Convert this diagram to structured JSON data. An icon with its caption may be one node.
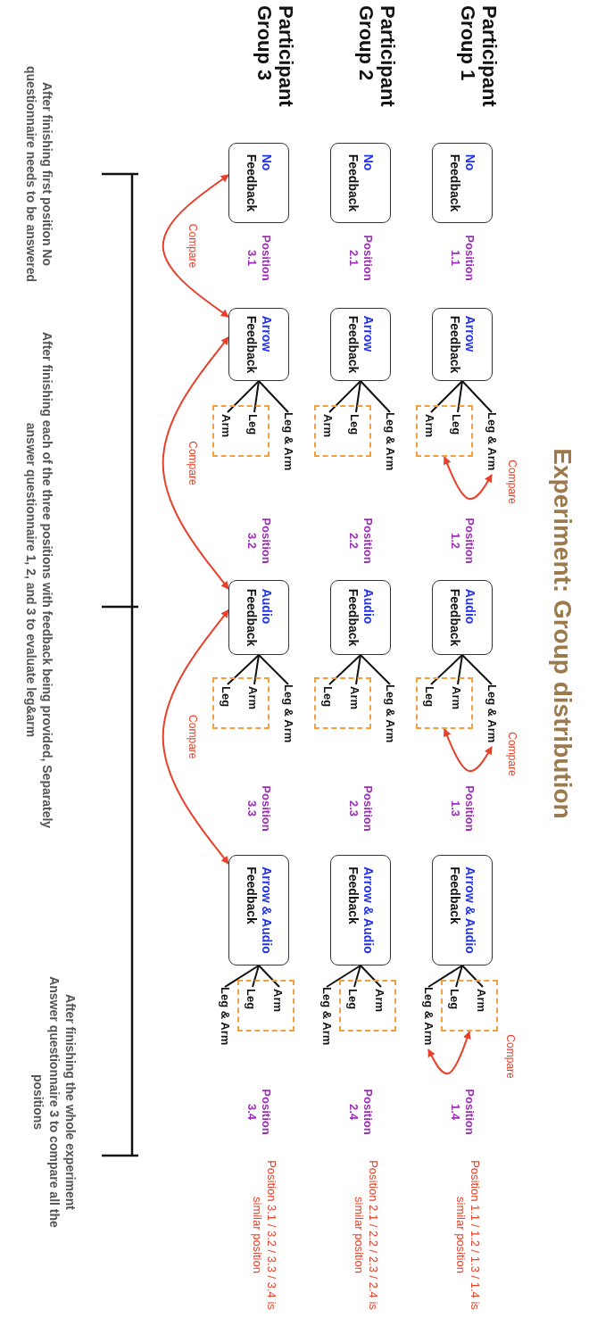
{
  "diagram": {
    "title": "Experiment: Group distribution",
    "nodes": [
      {
        "text": [
          "No",
          "Feedback"
        ]
      },
      {
        "text": [
          "Arrow",
          "Feedback"
        ]
      },
      {
        "text": [
          "Leg & Arm"
        ]
      },
      {
        "text": [],
        "shape": "box"
      },
      {
        "text": [
          "Leg"
        ],
        "in": 3
      },
      {
        "text": [
          "Arm"
        ],
        "in": 3
      },
      {
        "text": [
          "Audio",
          "Feedback"
        ]
      },
      {
        "text": [
          "Leg & Arm"
        ]
      },
      {
        "text": [],
        "shape": "box"
      },
      {
        "text": [
          "Arm"
        ],
        "in": 8
      },
      {
        "text": [
          "Leg"
        ],
        "in": 8
      },
      {
        "text": [
          "Arrow & Audio",
          "Feedback"
        ]
      },
      {
        "text": [],
        "shape": "box"
      },
      {
        "text": [
          "Arm"
        ],
        "in": 12
      },
      {
        "text": [
          "Leg"
        ],
        "in": 12
      },
      {
        "text": [
          "Leg & Arm"
        ]
      },
      {
        "text": [
          "No",
          "Feedback"
        ]
      },
      {
        "text": [
          "Arrow",
          "Feedback"
        ]
      },
      {
        "text": [
          "Leg & Arm"
        ]
      },
      {
        "text": [],
        "shape": "box"
      },
      {
        "text": [
          "Leg"
        ],
        "in": 19
      },
      {
        "text": [
          "Arm"
        ],
        "in": 19
      },
      {
        "text": [
          "Audio",
          "Feedback"
        ]
      },
      {
        "text": [
          "Leg & Arm"
        ]
      },
      {
        "text": [],
        "shape": "box"
      },
      {
        "text": [
          "Arm"
        ],
        "in": 24
      },
      {
        "text": [
          "Leg"
        ],
        "in": 24
      },
      {
        "text": [
          "Arrow & Audio",
          "Feedback"
        ]
      },
      {
        "text": [],
        "shape": "box"
      },
      {
        "text": [
          "Arm"
        ],
        "in": 28
      },
      {
        "text": [
          "Leg"
        ],
        "in": 28
      },
      {
        "text": [
          "Leg & Arm"
        ]
      },
      {
        "text": [
          "No",
          "Feedback"
        ]
      },
      {
        "text": [
          "Arrow",
          "Feedback"
        ]
      },
      {
        "text": [
          "Leg & Arm"
        ]
      },
      {
        "text": [],
        "shape": "box"
      },
      {
        "text": [
          "Leg"
        ],
        "in": 35
      },
      {
        "text": [
          "Arm"
        ],
        "in": 35
      },
      {
        "text": [
          "Audio",
          "Feedback"
        ]
      },
      {
        "text": [
          "Leg & Arm"
        ]
      },
      {
        "text": [],
        "shape": "box"
      },
      {
        "text": [
          "Arm"
        ],
        "in": 40
      },
      {
        "text": [
          "Leg"
        ],
        "in": 40
      },
      {
        "text": [
          "Arrow & Audio",
          "Feedback"
        ]
      },
      {
        "text": [],
        "shape": "box"
      },
      {
        "text": [
          "Arm"
        ],
        "in": 44
      },
      {
        "text": [
          "Leg"
        ],
        "in": 44
      },
      {
        "text": [
          "Leg & Arm"
        ]
      }
    ],
    "edges": [
      {
        "from": 1,
        "to": 2,
        "arrow": "none"
      },
      {
        "from": 1,
        "to": 4,
        "arrow": "none"
      },
      {
        "from": 1,
        "to": 5,
        "arrow": "none"
      },
      {
        "from": 6,
        "to": 7,
        "arrow": "none"
      },
      {
        "from": 6,
        "to": 9,
        "arrow": "none"
      },
      {
        "from": 6,
        "to": 10,
        "arrow": "none"
      },
      {
        "from": 11,
        "to": 13,
        "arrow": "none"
      },
      {
        "from": 11,
        "to": 14,
        "arrow": "none"
      },
      {
        "from": 11,
        "to": 15,
        "arrow": "none"
      },
      {
        "from": 2,
        "to": 3,
        "arrow": "both",
        "label": "Compare",
        "color": "#e8402a"
      },
      {
        "from": 7,
        "to": 8,
        "arrow": "both",
        "label": "Compare",
        "color": "#e8402a"
      },
      {
        "from": 12,
        "to": 15,
        "arrow": "both",
        "label": "Compare",
        "color": "#e8402a"
      },
      {
        "from": 17,
        "to": 18,
        "arrow": "none"
      },
      {
        "from": 17,
        "to": 20,
        "arrow": "none"
      },
      {
        "from": 17,
        "to": 21,
        "arrow": "none"
      },
      {
        "from": 22,
        "to": 23,
        "arrow": "none"
      },
      {
        "from": 22,
        "to": 25,
        "arrow": "none"
      },
      {
        "from": 22,
        "to": 26,
        "arrow": "none"
      },
      {
        "from": 27,
        "to": 29,
        "arrow": "none"
      },
      {
        "from": 27,
        "to": 30,
        "arrow": "none"
      },
      {
        "from": 27,
        "to": 31,
        "arrow": "none"
      },
      {
        "from": 33,
        "to": 34,
        "arrow": "none"
      },
      {
        "from": 33,
        "to": 36,
        "arrow": "none"
      },
      {
        "from": 33,
        "to": 37,
        "arrow": "none"
      },
      {
        "from": 38,
        "to": 39,
        "arrow": "none"
      },
      {
        "from": 38,
        "to": 41,
        "arrow": "none"
      },
      {
        "from": 38,
        "to": 42,
        "arrow": "none"
      },
      {
        "from": 43,
        "to": 45,
        "arrow": "none"
      },
      {
        "from": 43,
        "to": 46,
        "arrow": "none"
      },
      {
        "from": 43,
        "to": 47,
        "arrow": "none"
      },
      {
        "from": 32,
        "to": 33,
        "arrow": "both",
        "label": "Compare",
        "color": "#e8402a"
      },
      {
        "from": 33,
        "to": 38,
        "arrow": "both",
        "label": "Compare",
        "color": "#e8402a"
      },
      {
        "from": 38,
        "to": 43,
        "arrow": "both",
        "label": "Compare",
        "color": "#e8402a"
      }
    ],
    "labels": [
      "Participant Group 1",
      "Position 1.1",
      "Position 1.2",
      "Position 1.3",
      "Position 1.4",
      "Position 1.1 / 1.2 / 1.3 / 1.4 is similar position",
      "Participant Group 2",
      "Position 2.1",
      "Position 2.2",
      "Position 2.3",
      "Position 2.4",
      "Position 2.1 / 2.2 / 2.3 / 2.4 is similar position",
      "Participant Group 3",
      "Position 3.1",
      "Position 3.2",
      "Position 3.3",
      "Position 3.4",
      "Position 3.1 / 3.2 / 3.3 / 3.4 is similar position",
      "After finishing first position No questionnaire needs to be answered",
      "After finishing each of the three positions with feedback being provided, Separately answer questionnaire 1, 2, and 3 to evaluate leg&arm",
      "After finishing the whole experiment Answer questionnaire 3 to compare all the positions"
    ]
  }
}
